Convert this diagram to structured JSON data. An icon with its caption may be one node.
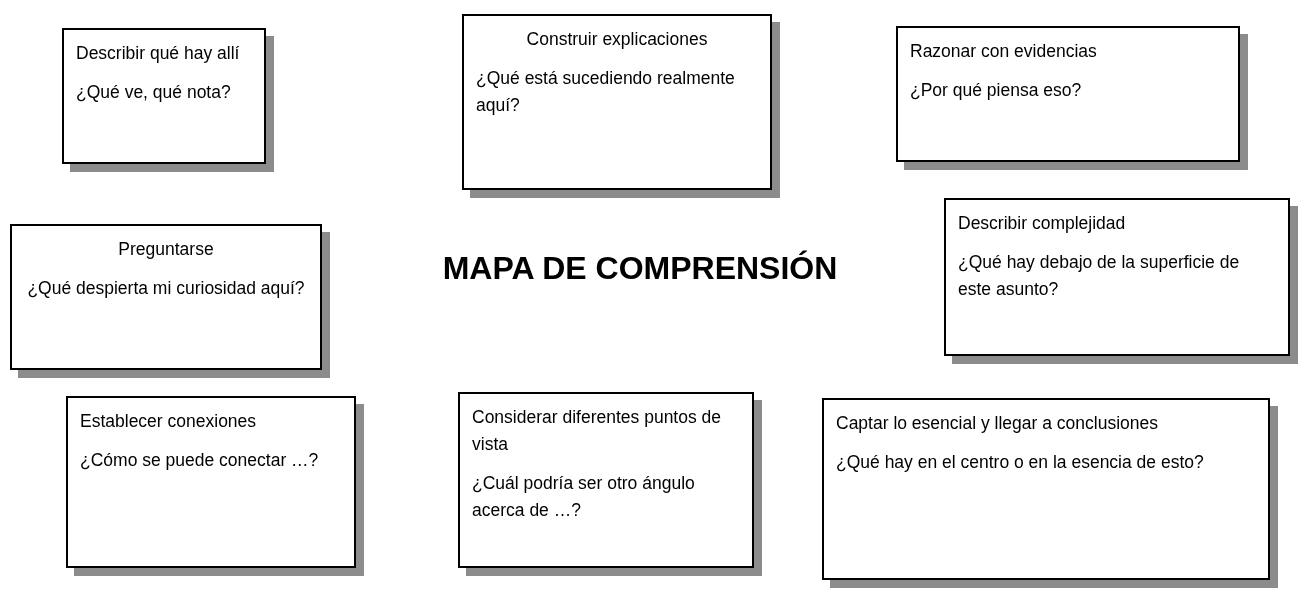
{
  "diagram": {
    "title": "MAPA DE COMPRENSIÓN",
    "nodes": [
      {
        "text": [
          "Describir qué hay allí",
          "¿Qué ve, qué nota?"
        ]
      },
      {
        "text": [
          "Construir explicaciones",
          "¿Qué está sucediendo realmente aquí?"
        ]
      },
      {
        "text": [
          "Razonar con evidencias",
          "¿Por qué piensa eso?"
        ]
      },
      {
        "text": [
          "Preguntarse",
          "¿Qué despierta mi curiosidad aquí?"
        ]
      },
      {
        "text": [
          "Describir complejidad",
          "¿Qué hay debajo de la superficie de este asunto?"
        ]
      },
      {
        "text": [
          "Establecer conexiones",
          "¿Cómo se puede conectar …?"
        ]
      },
      {
        "text": [
          "Considerar diferentes puntos de vista",
          "¿Cuál podría ser otro ángulo acerca de …?"
        ]
      },
      {
        "text": [
          "Captar lo esencial y llegar a conclusiones",
          "¿Qué hay en el centro o en la esencia de esto?"
        ]
      }
    ]
  }
}
